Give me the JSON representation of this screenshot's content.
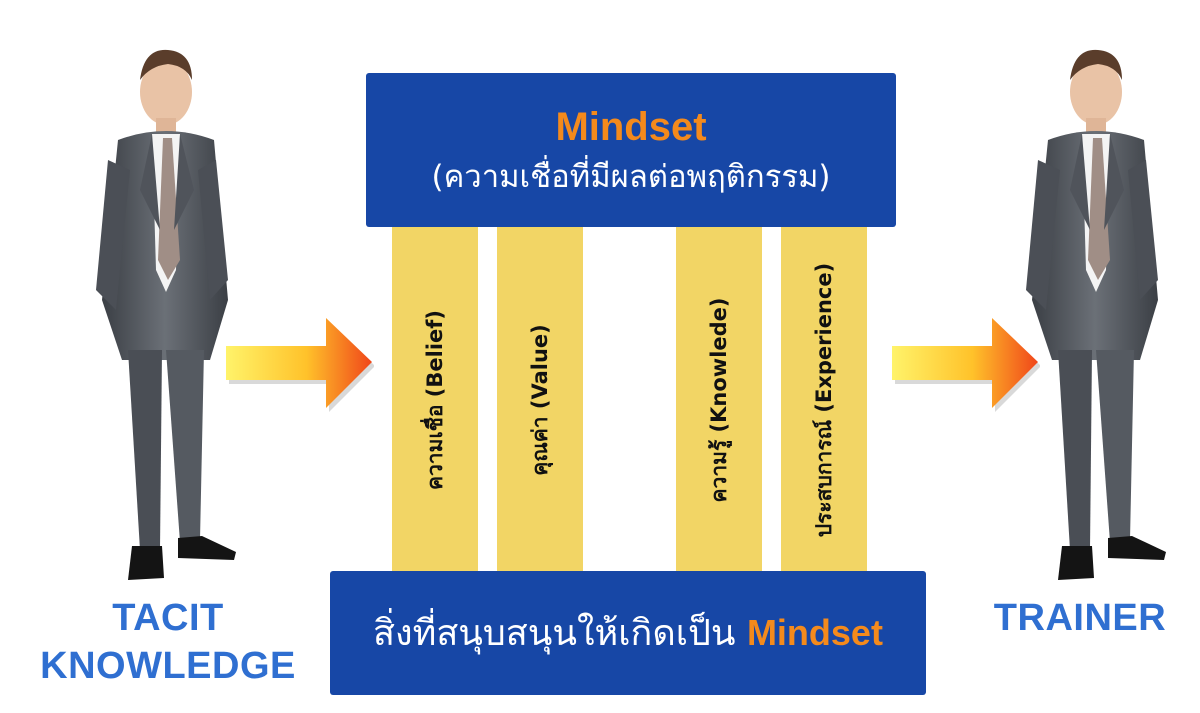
{
  "left_label": {
    "line1": "TACIT",
    "line2": "KNOWLEDGE"
  },
  "right_label": "TRAINER",
  "top_box": {
    "title": "Mindset",
    "subtitle": "(ความเชื่อที่มีผลต่อพฤติกรรม)"
  },
  "pillars": [
    {
      "label": "ความเชื่อ (Belief)"
    },
    {
      "label": "คุณค่า (Value)"
    },
    {
      "label": "ความรู้ (Knowlede)"
    },
    {
      "label": "ประสบการณ์ (Experience)"
    }
  ],
  "bottom_box": {
    "text": "สิ่งที่สนุบสนุนให้เกิดเป็น ",
    "accent": "Mindset"
  },
  "colors": {
    "box_blue": "#1747a6",
    "accent_orange": "#f48a1c",
    "pillar_yellow": "#f2d565",
    "label_blue": "#2f6fd1"
  }
}
